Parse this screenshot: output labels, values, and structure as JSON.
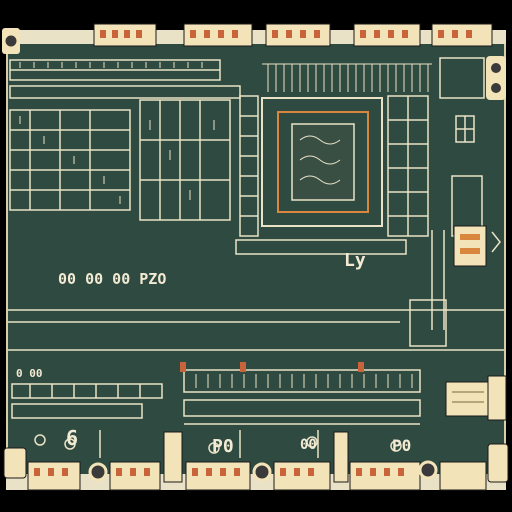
{
  "colors": {
    "background": "#000000",
    "panel": "#2f4a40",
    "line": "#e9e2c6",
    "connector_body": "#f3e3b8",
    "connector_pin": "#c9643a",
    "accent_orange": "#d9873e"
  },
  "labels": {
    "mid_row": "00 00 00 PZO",
    "right_mid": "Ly",
    "lower_left": "0 00",
    "bottom_left": "6",
    "bottom_mid": "P0",
    "bottom_mid2": "00",
    "bottom_right": "P0"
  }
}
